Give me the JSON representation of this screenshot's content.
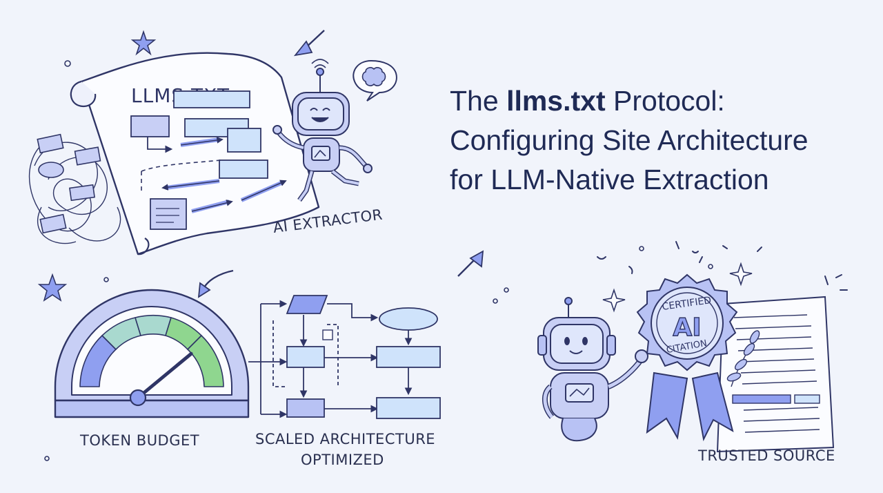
{
  "title": {
    "prefix": "The",
    "bold": "llms.txt",
    "suffix": "Protocol:",
    "line2": "Configuring Site Architecture",
    "line3": "for LLM-Native Extraction"
  },
  "scroll": {
    "heading": "LLMS.TXT"
  },
  "labels": {
    "ai_extractor": "AI EXTRACTOR",
    "token_budget": "TOKEN BUDGET",
    "scaled_architecture": "SCALED ARCHITECTURE",
    "optimized": "OPTIMIZED",
    "trusted_source": "TRUSTED SOURCE"
  },
  "badge": {
    "top": "CERTIFIED",
    "center": "AI",
    "bottom": "CITATION"
  },
  "gauge": {
    "level": 0.78
  },
  "colors": {
    "ink": "#2f3566",
    "accent": "#8f9ff0",
    "light": "#dfe6fb",
    "panel": "#cfe3fb",
    "green": "#8fd68f",
    "teal": "#a9d9cf",
    "background": "#f1f4fb"
  },
  "icons": [
    "star-icon",
    "brain-icon",
    "arrow-icon",
    "wifi-icon",
    "laurel-icon",
    "confetti-icon"
  ]
}
